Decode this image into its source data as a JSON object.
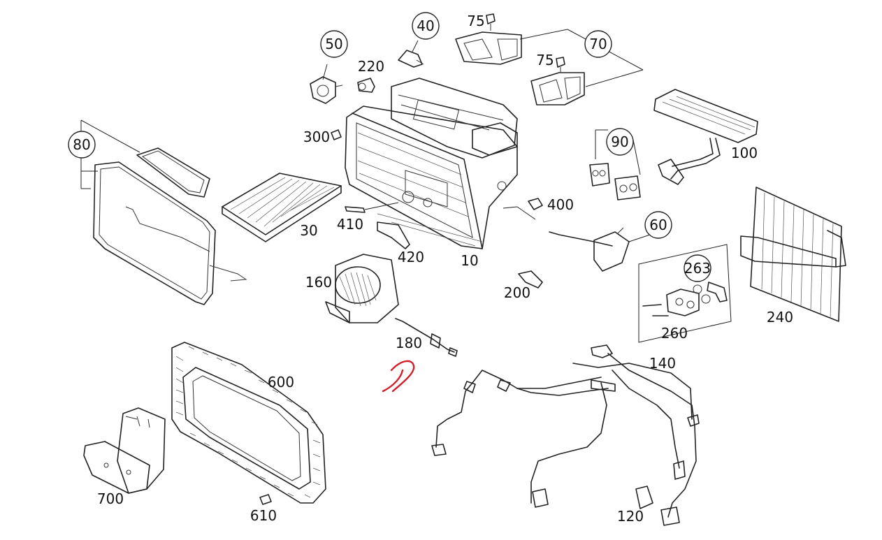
{
  "labels": {
    "p10": "10",
    "p30": "30",
    "p40": "40",
    "p50": "50",
    "p60": "60",
    "p70": "70",
    "p75a": "75",
    "p75b": "75",
    "p80": "80",
    "p90": "90",
    "p100": "100",
    "p120": "120",
    "p140": "140",
    "p160": "160",
    "p180": "180",
    "p200": "200",
    "p220": "220",
    "p240": "240",
    "p260": "260",
    "p263": "263",
    "p300": "300",
    "p400": "400",
    "p410": "410",
    "p420": "420",
    "p600": "600",
    "p610": "610",
    "p700": "700"
  },
  "colors": {
    "line": "#222222",
    "annotation": "#d21f2a",
    "background": "#ffffff"
  }
}
